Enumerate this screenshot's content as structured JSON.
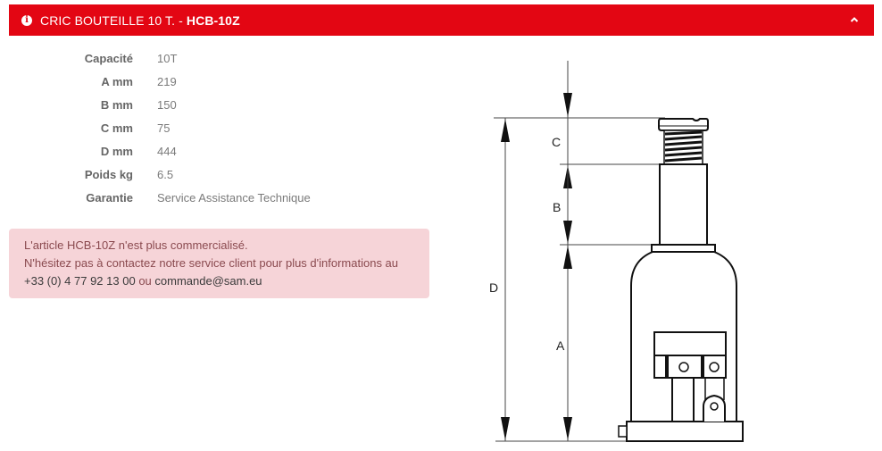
{
  "header": {
    "icon": "info-circle-icon",
    "title_prefix": "CRIC BOUTEILLE 10 T.",
    "separator": "-",
    "reference": "HCB-10Z",
    "toggle_icon": "chevron-up-icon",
    "background_color": "#e30613",
    "text_color": "#ffffff"
  },
  "specs": [
    {
      "label": "Capacité",
      "value": "10T"
    },
    {
      "label": "A mm",
      "value": "219"
    },
    {
      "label": "B mm",
      "value": "150"
    },
    {
      "label": "C mm",
      "value": "75"
    },
    {
      "label": "D mm",
      "value": "444"
    },
    {
      "label": "Poids kg",
      "value": "6.5"
    },
    {
      "label": "Garantie",
      "value": "Service Assistance Technique"
    }
  ],
  "alert": {
    "line1": "L'article HCB-10Z n'est plus commercialisé.",
    "line2": "N'hésitez pas à contactez notre service client pour plus d'informations au",
    "phone": "+33 (0) 4 77 92 13 00",
    "connector": "ou",
    "email": "commande@sam.eu",
    "background_color": "#f6d4d8"
  },
  "drawing": {
    "labels": {
      "a": "A",
      "b": "B",
      "c": "C",
      "d": "D"
    },
    "subject": "bottle-jack-dimension-diagram"
  }
}
